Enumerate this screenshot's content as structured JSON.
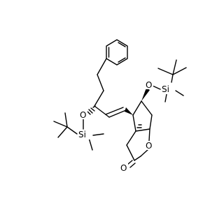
{
  "molecule": {
    "atom_labels": {
      "o_left": "O",
      "si_left": "Si",
      "o_right": "O",
      "si_right": "Si",
      "o_ring": "O",
      "o_carbonyl": "O"
    }
  },
  "colors": {
    "bond": "#000000",
    "background": "#ffffff"
  }
}
